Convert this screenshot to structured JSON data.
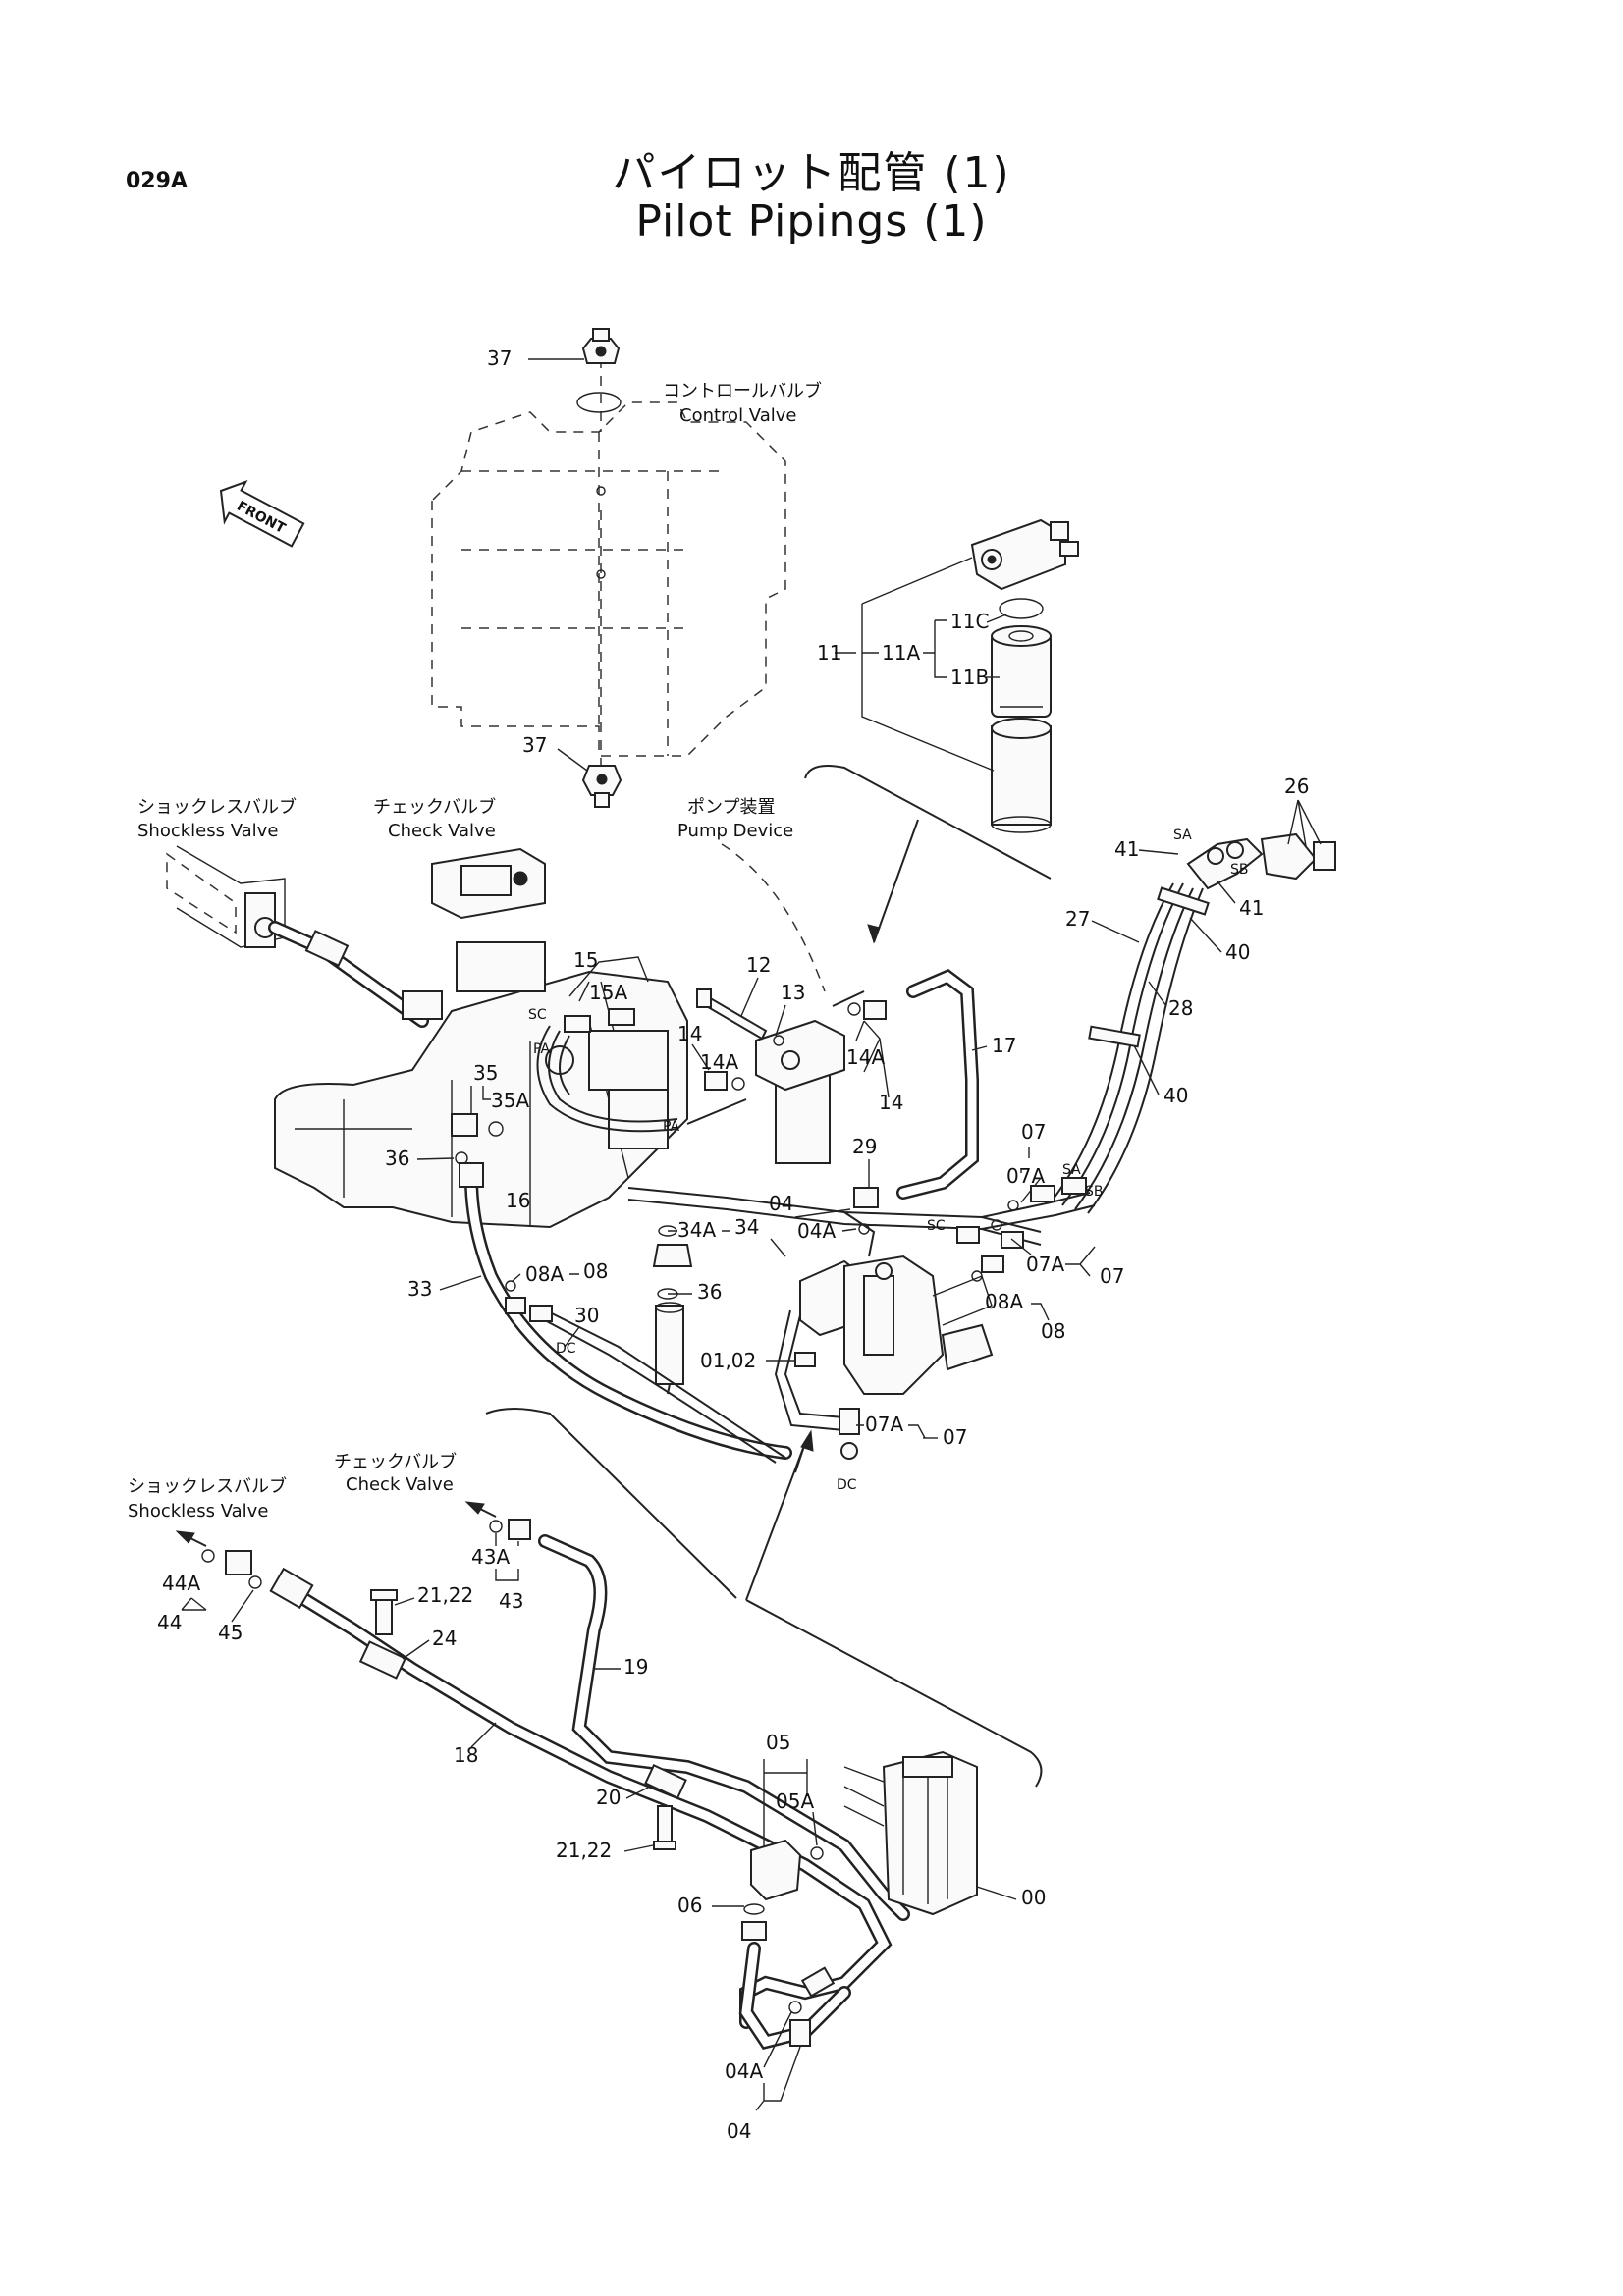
{
  "page_code": "029A",
  "title_jp": "パイロット配管 (1)",
  "title_en": "Pilot Pipings (1)",
  "front_label": "FRONT",
  "captions": {
    "control_valve_jp": "コントロールバルブ",
    "control_valve_en": "Control Valve",
    "shockless_valve_jp_1": "ショックレスバルブ",
    "shockless_valve_en_1": "Shockless Valve",
    "check_valve_jp_1": "チェックバルブ",
    "check_valve_en_1": "Check Valve",
    "pump_device_jp": "ポンプ装置",
    "pump_device_en": "Pump Device",
    "check_valve_jp_2": "チェックバルブ",
    "check_valve_en_2": "Check Valve",
    "shockless_valve_jp_2": "ショックレスバルブ",
    "shockless_valve_en_2": "Shockless Valve"
  },
  "part_numbers": {
    "p37_top": "37",
    "p37_bot": "37",
    "p11": "11",
    "p11A": "11A",
    "p11B": "11B",
    "p11C": "11C",
    "p26": "26",
    "p41a": "41",
    "p41b": "41",
    "pSA1": "SA",
    "pSB1": "SB",
    "p27": "27",
    "p40a": "40",
    "p28": "28",
    "p40b": "40",
    "p15": "15",
    "p15A": "15A",
    "pSC1": "SC",
    "pPA": "PA",
    "pPA2": "PA",
    "p12": "12",
    "p13": "13",
    "p14a": "14",
    "p14A_1": "14A",
    "p14A_2": "14A",
    "p14b": "14",
    "p17": "17",
    "p35": "35",
    "p35A": "35A",
    "p36a": "36",
    "p16": "16",
    "p29": "29",
    "p04": "04",
    "p04A": "04A",
    "pSC2": "SC",
    "p07a": "07",
    "p07A_1": "07A",
    "pSA2": "SA",
    "pSB2": "SB",
    "p07A_2": "07A",
    "p07b": "07",
    "p08A_1": "08A",
    "p08b": "08",
    "p34A": "34A",
    "p34": "34",
    "p36b": "36",
    "p33": "33",
    "p08A_2": "08A",
    "p08a": "08",
    "p30": "30",
    "pDC1": "DC",
    "p0102": "01,02",
    "p07A_3": "07A",
    "p07c": "07",
    "pDC2": "DC",
    "p43A": "43A",
    "p43": "43",
    "p44A": "44A",
    "p44": "44",
    "p45": "45",
    "p2122a": "21,22",
    "p24": "24",
    "p19": "19",
    "p18": "18",
    "p05": "05",
    "p05A": "05A",
    "p20": "20",
    "p2122b": "21,22",
    "p00": "00",
    "p06": "06",
    "p04A_b": "04A",
    "p04_b": "04"
  }
}
